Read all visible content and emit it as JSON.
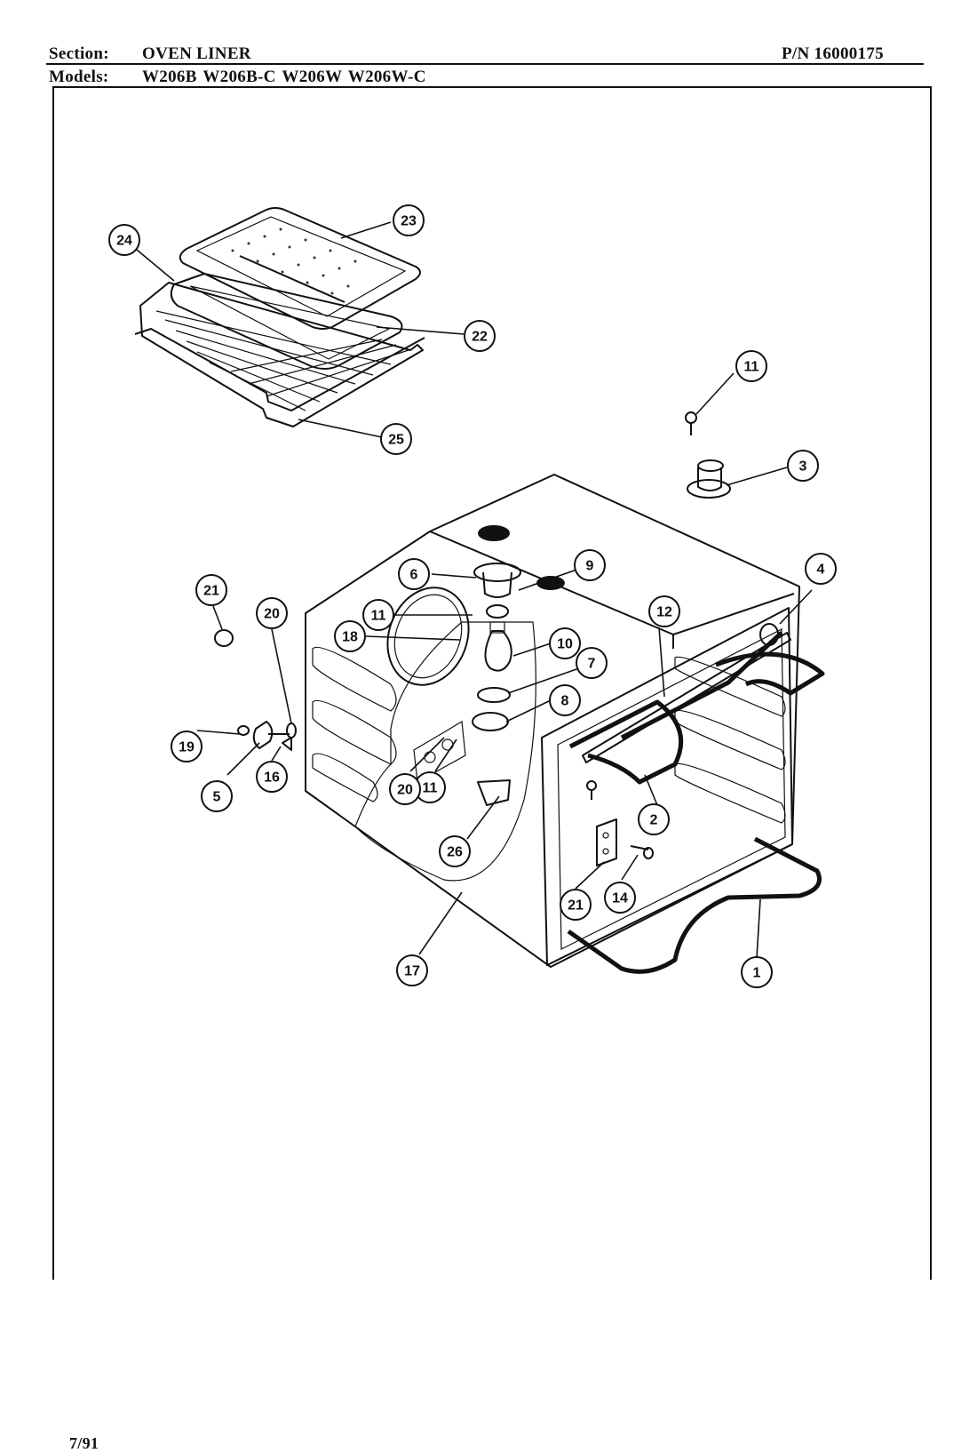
{
  "header": {
    "section_label": "Section:",
    "section_value": "OVEN LINER",
    "part_number": "P/N 16000175",
    "models_label": "Models:",
    "models_value": "W206B  W206B-C  W206W  W206W-C"
  },
  "footer": {
    "date": "7/91"
  },
  "callouts": [
    "1",
    "2",
    "3",
    "4",
    "5",
    "6",
    "7",
    "8",
    "9",
    "10",
    "11",
    "11",
    "11",
    "12",
    "14",
    "16",
    "17",
    "18",
    "19",
    "20",
    "20",
    "21",
    "21",
    "22",
    "23",
    "24",
    "25",
    "26"
  ]
}
